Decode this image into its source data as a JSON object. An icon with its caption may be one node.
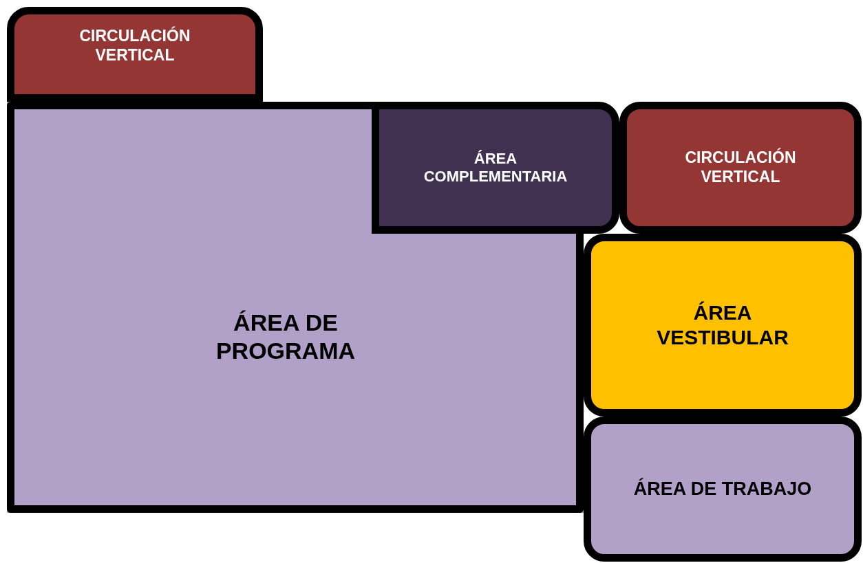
{
  "diagram": {
    "nodes": [
      {
        "text": [
          "CIRCULACIÓN VERTICAL"
        ]
      },
      {
        "text": [
          "ÁREA DE PROGRAMA"
        ]
      },
      {
        "text": [
          "ÁREA COMPLEMENTARIA"
        ]
      },
      {
        "text": [
          "CIRCULACIÓN VERTICAL"
        ]
      },
      {
        "text": [
          "ÁREA VESTIBULAR"
        ]
      },
      {
        "text": [
          "ÁREA DE TRABAJO"
        ]
      }
    ]
  }
}
